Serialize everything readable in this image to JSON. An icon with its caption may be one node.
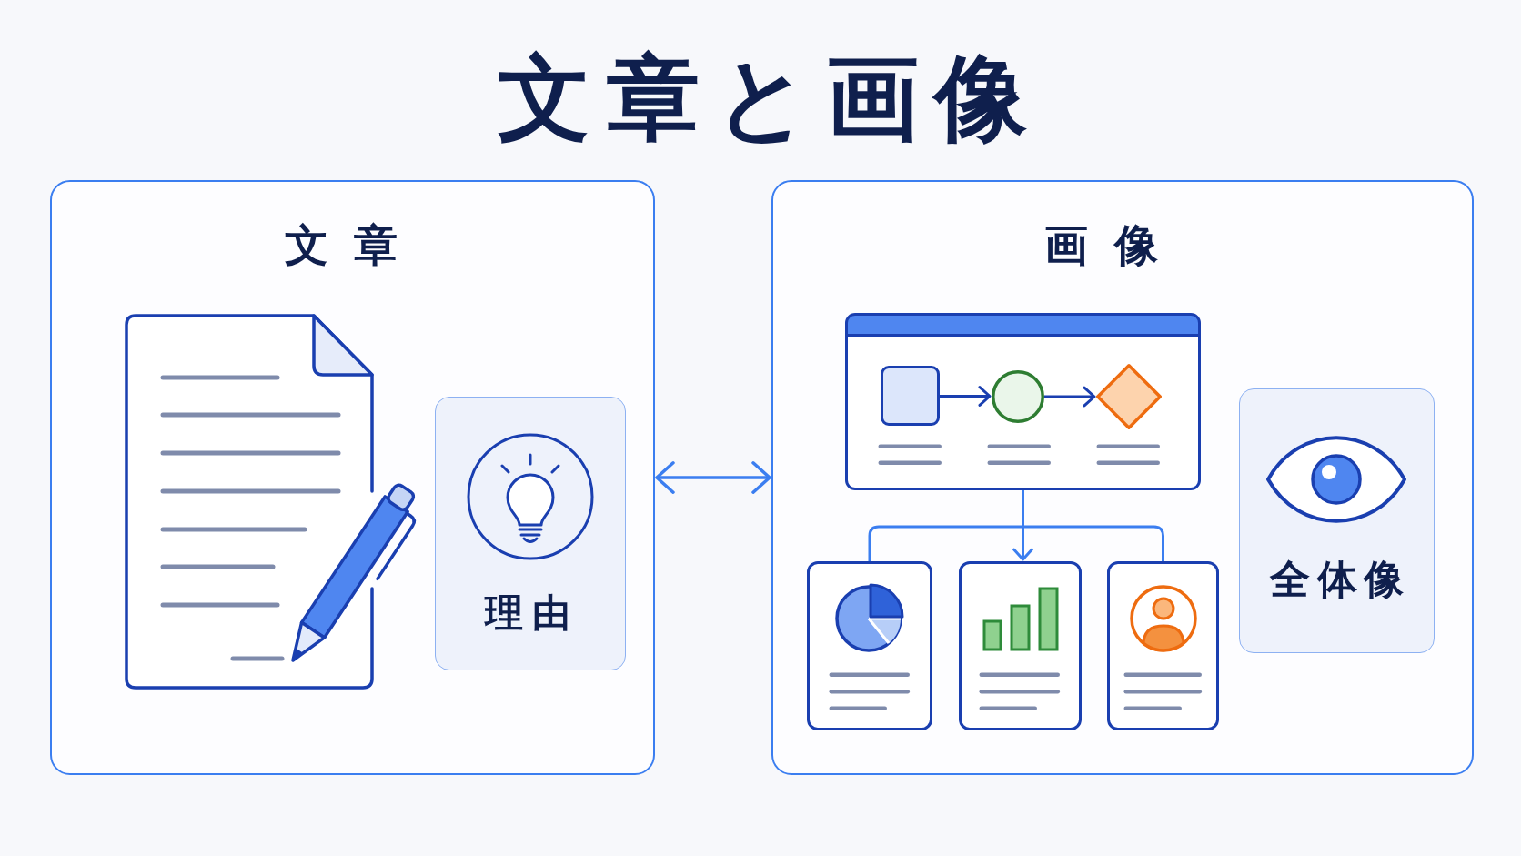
{
  "diagram": {
    "title": "文章と画像",
    "nodes": [
      {
        "text": [
          "文章"
        ]
      },
      {
        "text": [
          "理由"
        ],
        "in": 0
      },
      {
        "text": [
          "画像"
        ]
      },
      {
        "text": [],
        "shape": "box",
        "in": 2
      },
      {
        "text": [],
        "shape": "box",
        "in": 3
      },
      {
        "text": [],
        "shape": "circle",
        "in": 3
      },
      {
        "text": [],
        "shape": "diamond",
        "in": 3
      },
      {
        "text": [],
        "shape": "box",
        "in": 2
      },
      {
        "text": [],
        "shape": "box",
        "in": 2
      },
      {
        "text": [],
        "shape": "box",
        "in": 2
      },
      {
        "text": [
          "全体像"
        ],
        "in": 2
      }
    ],
    "edges": [
      {
        "from": 0,
        "to": 2,
        "arrow": "both"
      },
      {
        "from": 4,
        "to": 5,
        "arrow": "to",
        "color": "#1a3fb0"
      },
      {
        "from": 5,
        "to": 6,
        "arrow": "to",
        "color": "#1a3fb0"
      },
      {
        "from": 3,
        "to": 7,
        "arrow": "none"
      },
      {
        "from": 3,
        "to": 8,
        "arrow": "to"
      },
      {
        "from": 3,
        "to": 9,
        "arrow": "none"
      }
    ]
  }
}
